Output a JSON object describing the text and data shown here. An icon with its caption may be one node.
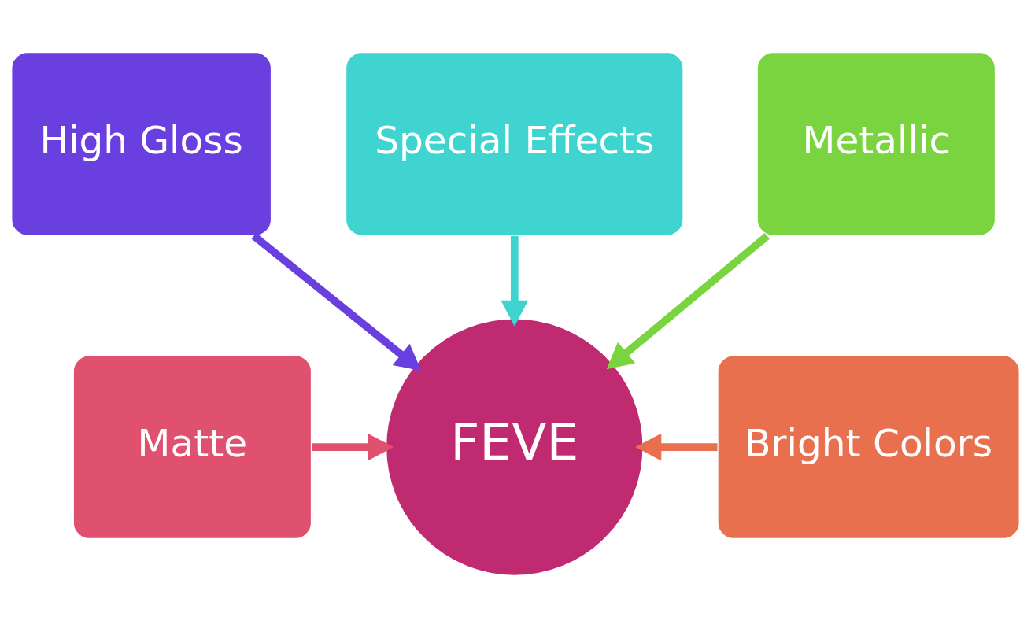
{
  "diagram": {
    "nodes": [
      {
        "text": [
          "High Gloss"
        ]
      },
      {
        "text": [
          "Special Effects"
        ]
      },
      {
        "text": [
          "Metallic"
        ]
      },
      {
        "text": [
          "Matte"
        ]
      },
      {
        "text": [
          "FEVE"
        ]
      },
      {
        "text": [
          "Bright Colors"
        ]
      }
    ],
    "edges": [
      {
        "from": 3,
        "to": 4,
        "arrow": "to",
        "color": "#e0506f"
      },
      {
        "from": 0,
        "to": 4,
        "arrow": "to",
        "color": "#6a3fe0"
      },
      {
        "from": 1,
        "to": 4,
        "arrow": "to",
        "color": "#3fd4d0"
      },
      {
        "from": 2,
        "to": 4,
        "arrow": "to",
        "color": "#7ad43f"
      },
      {
        "from": 5,
        "to": 4,
        "arrow": "to",
        "color": "#e8704f"
      }
    ]
  }
}
